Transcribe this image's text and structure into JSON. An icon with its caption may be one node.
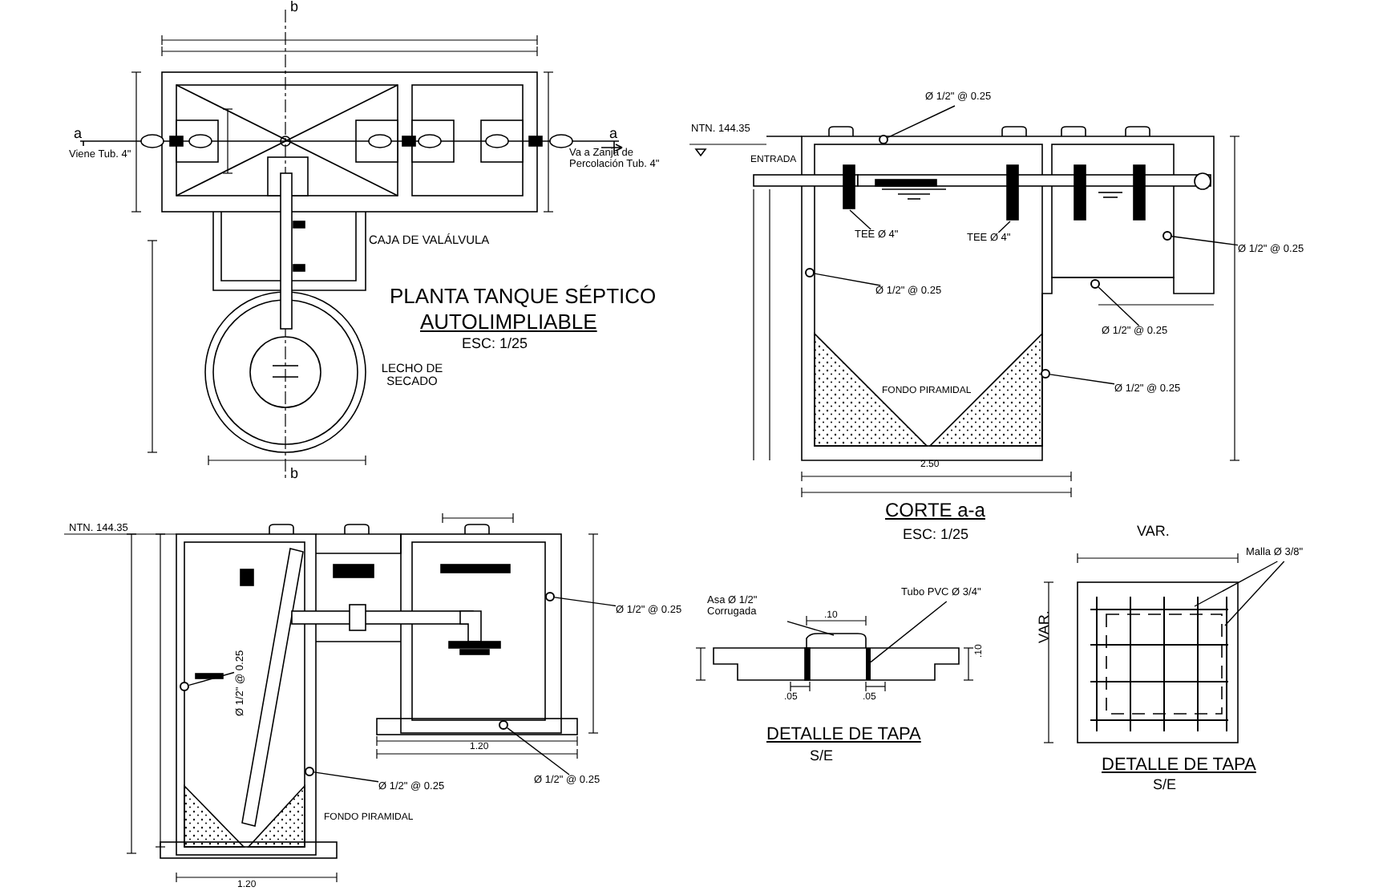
{
  "diagram": {
    "nodes": [
      {
        "text": [
          "Ø 1/2\" @ 0.25"
        ]
      },
      {
        "text": [],
        "shape": "circle"
      },
      {
        "text": [
          "Ø 1/2\" @ 0.25"
        ]
      },
      {
        "text": [],
        "shape": "circle"
      },
      {
        "text": [
          "Ø 1/2\" @ 0.25"
        ]
      },
      {
        "text": [],
        "shape": "circle"
      },
      {
        "text": [
          "Ø 1/2\" @ 0.25"
        ]
      },
      {
        "text": [],
        "shape": "circle"
      },
      {
        "text": [
          "Ø 1/2\" @ 0.25"
        ]
      },
      {
        "text": [],
        "shape": "circle"
      },
      {
        "text": [
          "Ø 1/2\" @ 0.25"
        ]
      },
      {
        "text": [],
        "shape": "circle"
      },
      {
        "text": [
          "Ø 1/2\" @ 0.25"
        ]
      },
      {
        "text": [],
        "shape": "circle"
      },
      {
        "text": [
          "Ø 1/2\" @ 0.25"
        ]
      },
      {
        "text": [],
        "shape": "circle"
      },
      {
        "text": [
          "Ø 1/2\" @ 0.25"
        ]
      },
      {
        "text": [],
        "shape": "circle"
      },
      {
        "text": [
          "TEE Ø 4\""
        ]
      },
      {
        "text": [
          "TEE Ø 4\""
        ]
      },
      {
        "text": [
          "Asa Ø 1/2\" Corrugada"
        ]
      },
      {
        "text": [
          "Tubo PVC Ø 3/4\""
        ]
      },
      {
        "text": [
          "Malla Ø 3/8\""
        ]
      },
      {
        "text": [],
        "shape": "bar"
      }
    ],
    "edges": [
      {
        "from": 0,
        "to": 1,
        "arrow": "none"
      },
      {
        "from": 2,
        "to": 3,
        "arrow": "none"
      },
      {
        "from": 4,
        "to": 5,
        "arrow": "none"
      },
      {
        "from": 6,
        "to": 7,
        "arrow": "none"
      },
      {
        "from": 8,
        "to": 9,
        "arrow": "none"
      },
      {
        "from": 10,
        "to": 11,
        "arrow": "none"
      },
      {
        "from": 12,
        "to": 13,
        "arrow": "none"
      },
      {
        "from": 14,
        "to": 15,
        "arrow": "none"
      },
      {
        "from": 16,
        "to": 17,
        "arrow": "none"
      },
      {
        "from": 18,
        "to": null,
        "arrow": "none"
      },
      {
        "from": 19,
        "to": null,
        "arrow": "none"
      },
      {
        "from": 20,
        "to": null,
        "arrow": "none"
      },
      {
        "from": 21,
        "to": 23,
        "arrow": "none"
      },
      {
        "from": 22,
        "to": null,
        "arrow": "none"
      },
      {
        "from": 22,
        "to": null,
        "arrow": "none"
      }
    ],
    "labels": [
      "b",
      "a",
      "a",
      "NTN. 144.35",
      "Viene Tub. 4\"",
      "Va a Zanja de Percolación Tub. 4\"",
      "ENTRADA",
      "CAJA DE VALÁLVULA",
      "PLANTA TANQUE SÉPTICO",
      "AUTOLIMPLIABLE",
      "ESC: 1/25",
      "LECHO DE SECADO",
      "FONDO PIRAMIDAL",
      "2.50",
      "b",
      "CORTE a-a",
      "ESC: 1/25",
      "NTN. 144.35",
      "VAR.",
      ".10",
      "VAR.",
      ".10",
      ".05",
      ".05",
      "DETALLE DE TAPA",
      "1.20",
      "S/E",
      "DETALLE DE TAPA",
      "FONDO PIRAMIDAL",
      "S/E",
      "1.20"
    ]
  }
}
